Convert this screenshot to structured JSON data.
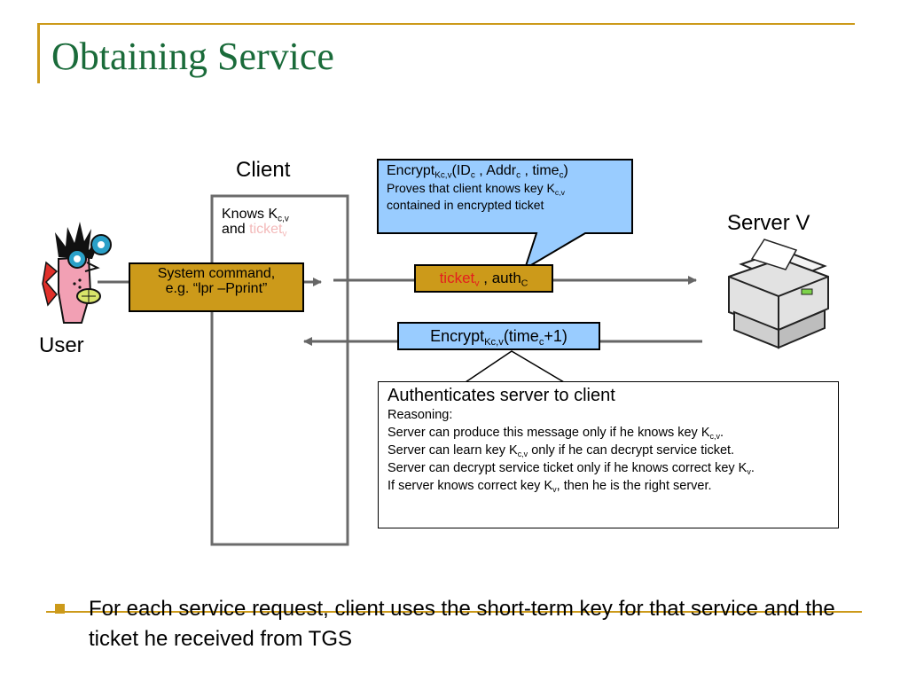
{
  "slide": {
    "title": "Obtaining Service",
    "bullet": "For each service request, client uses the short-term key for that service and the ticket he received from TGS"
  },
  "diagram": {
    "client_label": "Client",
    "server_label": "Server V",
    "user_label": "User",
    "client_knows": {
      "prefix": "Knows K",
      "key_sub": "c,v",
      "and": "and ",
      "ticket": "ticket",
      "ticket_sub": "v"
    },
    "command_box": {
      "line1": "System command,",
      "line2": "e.g. “lpr –Pprint”"
    },
    "callout": {
      "encrypt": "Encrypt",
      "encrypt_sub": "Kc,v",
      "args": [
        "(ID",
        "c",
        " , Addr",
        "c",
        " , time",
        "c",
        ")"
      ],
      "line2": "Proves that client knows key K",
      "line2_sub": "c,v",
      "line3": "contained in encrypted ticket"
    },
    "request_box": {
      "ticket": "ticket",
      "ticket_sub": "v",
      "sep": " , auth",
      "auth_sub": "C"
    },
    "reply_box": {
      "text": "Encrypt",
      "sub": "Kc,v",
      "arg": "(time",
      "arg_sub": "c",
      "tail": "+1)"
    },
    "note": {
      "heading": "Authenticates server to client",
      "lines": [
        "Reasoning:",
        "Server can produce this message  only if he knows key K",
        "Server can learn key K",
        "Server can decrypt service ticket only if he knows correct key K",
        "If server knows correct key K"
      ],
      "subs": [
        "c,v",
        "c,v",
        "v",
        "v"
      ],
      "tails": [
        ".",
        " only if he can decrypt service ticket.",
        ".",
        ", then he is the right server."
      ]
    },
    "colors": {
      "title": "#1a6b3a",
      "accent": "#cc9a1a",
      "blue_box": "#99ccff",
      "ticket_red": "#e41e1e"
    }
  }
}
